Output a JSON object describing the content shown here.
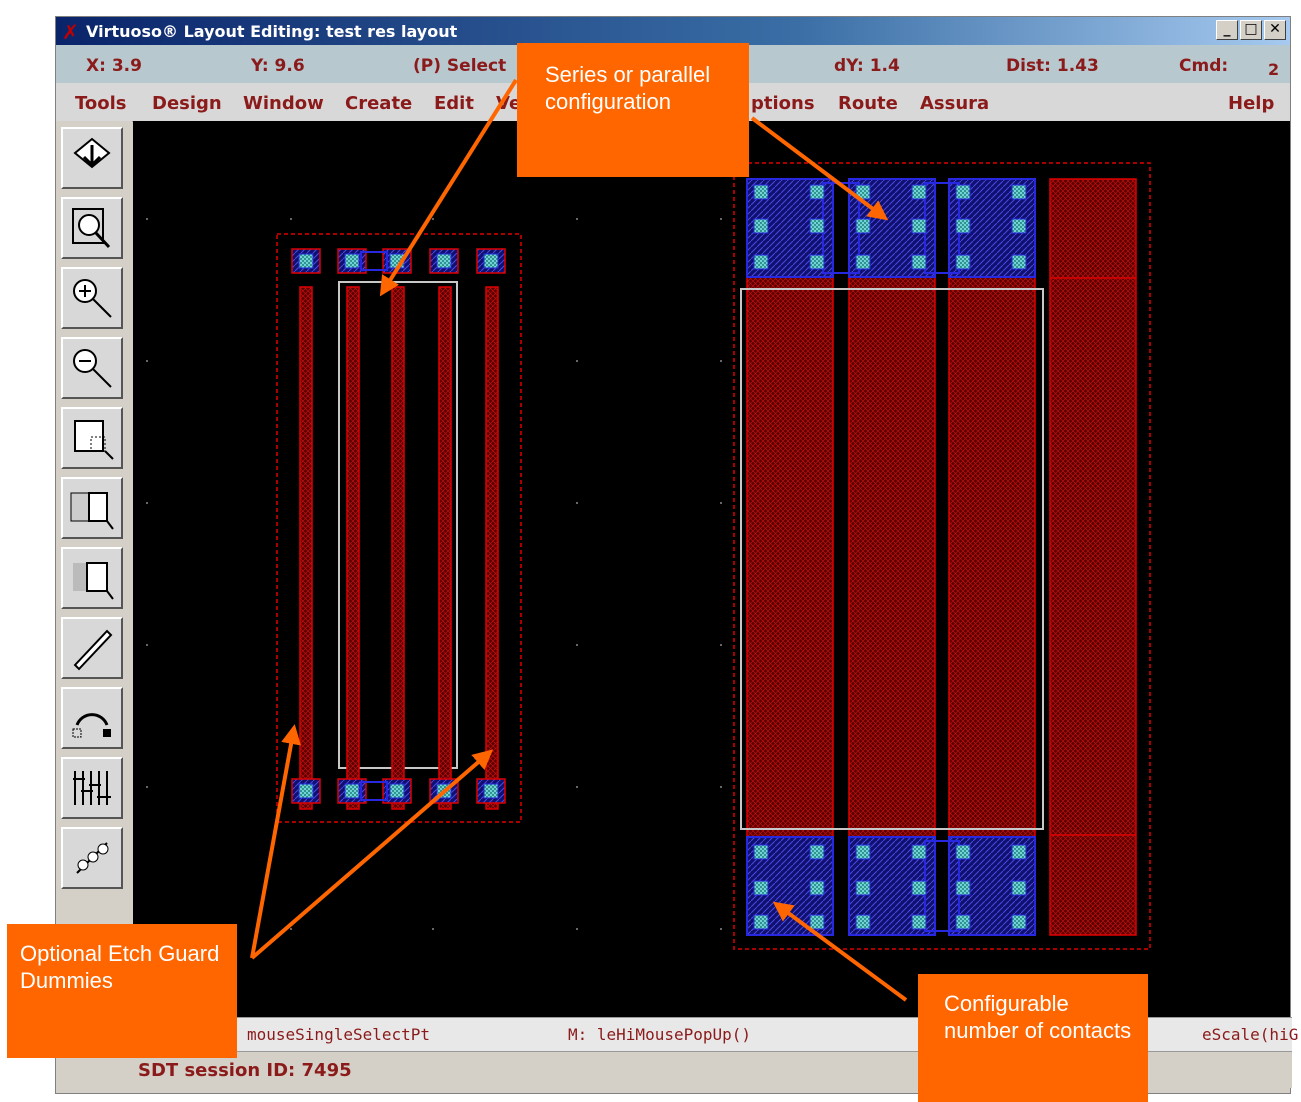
{
  "window": {
    "title": "Virtuoso® Layout Editing: test res layout"
  },
  "title_buttons": [
    "_",
    "□",
    "✕"
  ],
  "coords": {
    "x": "X: 3.9",
    "y": "Y: 9.6",
    "mode": "(P) Select",
    "dy": "dY: 1.4",
    "dist": "Dist: 1.43",
    "cmd": "Cmd:",
    "cmd_count": "2"
  },
  "menu": [
    "Tools",
    "Design",
    "Window",
    "Create",
    "Edit",
    "Ve",
    "ptions",
    "Route",
    "Assura",
    "Help"
  ],
  "toolbar_icons": [
    "save-icon",
    "zoom-fit-icon",
    "zoom-in-icon",
    "zoom-out-icon",
    "stretch-icon",
    "copy-icon",
    "move-icon",
    "path-icon",
    "arc-icon",
    "property-icon",
    "reshape-icon"
  ],
  "status": {
    "left": "mouseSingleSelectPt",
    "middle": "M: leHiMousePopUp()",
    "right": "eScale(hiG"
  },
  "session": "SDT session ID: 7495",
  "callouts": {
    "series": "Series or parallel configuration",
    "etch": "Optional Etch Guard Dummies",
    "contacts": "Configurable number of contacts"
  },
  "colors": {
    "accent": "#ff6600",
    "title_start": "#0a246a",
    "layout_red": "#e00000",
    "contact_blue": "#1e1ed8",
    "canvas": "#000000"
  }
}
